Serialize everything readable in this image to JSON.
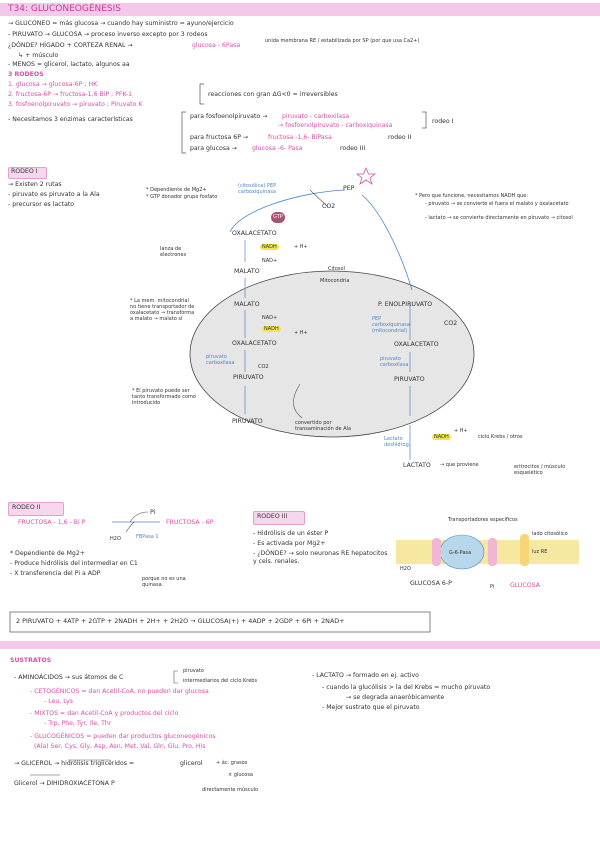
{
  "title": "T34: GLUCONEOGÉNESIS",
  "intro": {
    "l1": "→ GLUCONEO = más glucosa → cuando hay suministro = ayuno/ejercicio",
    "l2": "- PIRUVATO → GLUCOSA → proceso inverso excepto por 3 rodeos",
    "l3": "¿DÓNDE? HÍGADO + CORTEZA RENAL →",
    "l3b": "glucosa - 6Pasa",
    "l3c": "unida membrana RE / estabilizada por SP (por que usa Ca2+)",
    "l4": "↳ + músculo",
    "l5": "- MENOS = glicerol, lactato, algunos aa"
  },
  "rodeos_list": {
    "heading": "3 RODEOS",
    "r1": "1. glucosa → glucosa-6P ; HK",
    "r2": "2. fructosa-6P → fructosa-1,6 BiP ; PFK-1",
    "r3": "3. fosfoenolpiruvato → piruvato ; Piruvato K",
    "note": "reacciones con gran ΔG<0 = irreversibles"
  },
  "enzymes": {
    "lead": "- Necesitamos 3 enzimas características",
    "e1a": "para fosfoenolpiruvato →",
    "e1b": "piruvato - carboxilasa",
    "e1c": "→ fosfoenolpiruvato - carboxiquinasa",
    "e1r": "rodeo I",
    "e2a": "para fructosa 6P →",
    "e2b": "fructosa -1,6- BiPasa",
    "e2r": "rodeo II",
    "e3a": "para glucosa →",
    "e3b": "glucosa -6- Pasa",
    "e3r": "rodeo III"
  },
  "rodeo1": {
    "label": "RODEO I",
    "n1": "→ Existen 2 rutas",
    "n2": "- piruvato es piruvato a la Ala",
    "n3": "- precursor es lactato",
    "n4": "* Dependiente de Mg2+",
    "n5": "* GTP donador grupo fosfato",
    "pepck_top": "(citosólica) PEP carboxiquinasa",
    "gtp": "GTP",
    "pep": "PEP",
    "co2_top": "CO2",
    "oaa_cyt": "OXALACETATO",
    "nadh_cyt": "NADH",
    "h_cyt": "+ H+",
    "nad_cyt": "NAD+",
    "malato_cyt": "MALATO",
    "lanza": "lanza de electrones",
    "citosol": "Citosol",
    "mito": "Mitocondria",
    "malato_mit": "MALATO",
    "nad_mit": "NAD+",
    "nadh_mit": "NADH",
    "h_mit": "+ H+",
    "oaa_mit": "OXALACETATO",
    "pc_left": "piruvato carboxilasa",
    "co2_left": "CO2",
    "pir_mit_left": "PIRUVATO",
    "pir_cyt_left": "PIRUVATO",
    "pep_mit": "P. ENOLPIRUVATO",
    "pepck_mit": "PEP carboxiquinasa (mitocondrial)",
    "co2_right": "CO2",
    "oaa_mit_r": "OXALACETATO",
    "pc_right": "piruvato carboxilasa",
    "pir_mit_r": "PIRUVATO",
    "ldh": "Lactato deshidrog.",
    "nadh_r": "NADH",
    "h_r": "+ H+",
    "lactato": "LACTATO",
    "lactato_note": "→ que proviene",
    "lactato_src": "eritrocitos / músculo esquelético",
    "ciclo_cori": "ciclo Krebs / otros",
    "note_right1": "* Pero que funcione, necesitamos NADH que:",
    "note_right2": "- piruvato → se convierte el fuera el malato y oxalacetato",
    "note_right3": "- lactato → se convierte directamente en piruvato → citosol",
    "note_left1": "* La mem. mitocondrial no tiene transportador de oxalacetato → transforma a malato → malato sí",
    "note_left2": "* El piruvato puede ser tanto transformado como introducido",
    "conv": "convertido por transaminación de Ala"
  },
  "rodeo2": {
    "label": "RODEO II",
    "f16": "FRUCTOSA - 1,6 - Bi P",
    "pi": "Pi",
    "f6p": "FRUCTOSA - 6P",
    "h2o": "H2O",
    "fbp": "FBPasa 1",
    "n1": "* Dependiente de Mg2+",
    "n2": "- Produce hidrólisis del intermediar en C1",
    "n3": "- X transferencia del Pi a ADP",
    "n4": "porque no es una quinasa."
  },
  "rodeo3": {
    "label": "RODEO III",
    "n1": "- Hidrólisis de un éster P",
    "n2": "- Es activada por Mg2+",
    "n3": "- ¿DÓNDE? → solo neuronas RE hepatocitos y cels. renales.",
    "transport": "Transportadores específicos",
    "lumen": "lado citosólico",
    "luz": "luz RE",
    "g6p": "GLUCOSA 6-P",
    "h2o": "H2O",
    "pi": "Pi",
    "glucosa": "GLUCOSA",
    "g6pasa": "G-6-Pasa"
  },
  "equation": "2 PIRUVATO + 4ATP + 2GTP + 2NADH + 2H+ + 2H2O → GLUCOSA(+) + 4ADP + 2GDP + 6Pi + 2NAD+",
  "sustratos": {
    "label": "SUSTRATOS",
    "aa": "- AMINOÁCIDOS → sus átomos de C",
    "aa_a": "piruvato",
    "aa_b": "intermediarios del ciclo Krebs",
    "ceto": "- CETOGÉNICOS = dan Acetil-CoA, no pueden dar glucosa",
    "ceto_list": "- Leu, Lys",
    "mixtos": "- MIXTOS = dan Acetil-CoA y productos del ciclo",
    "mixtos_list": "- Trp, Phe, Tyr, Ile, Thr",
    "gluco": "- GLUCOGÉNICOS = pueden dar productos gluconeogénicos",
    "gluco_list": "(Ala) Ser, Cys, Gly, Asp, Asn, Met, Val, Gln, Glu, Pro, His",
    "glicerol": "→ GLICEROL → hidrólisis triglicéridos =",
    "glicerol_a": "glicerol",
    "glicerol_b": "+ ác. grasos",
    "glicerol_c": "× glucosa",
    "glicerol_d": "directamente músculo",
    "glicerol_path": "Glicerol → DIHIDROXIACETONA P",
    "lactato": "- LACTATO → formado en ej. activo",
    "lac1": "- cuando la glucólisis > la del Krebs = mucho piruvato",
    "lac2": "→ se degrada anaeróbicamente",
    "lac3": "- Mejor sustrato que el piruvato"
  },
  "colors": {
    "pink": "#d94fa8",
    "blue": "#4f86c6",
    "highlight": "#f4e64a",
    "header": "#f4c8e8"
  }
}
